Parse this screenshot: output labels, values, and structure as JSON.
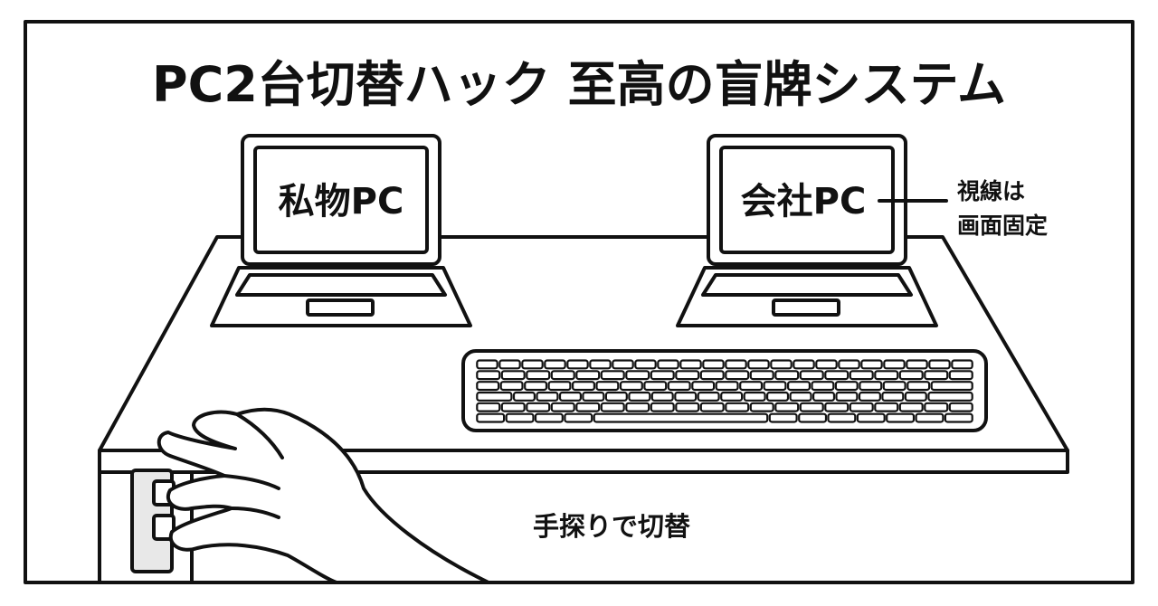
{
  "title": "PC2台切替ハック 至高の盲牌システム",
  "laptops": {
    "left": {
      "label": "私物PC"
    },
    "right": {
      "label": "会社PC"
    }
  },
  "annotation": {
    "line1": "視線は",
    "line2": "画面固定"
  },
  "caption": "手探りで切替",
  "colors": {
    "ink": "#111111",
    "paper": "#ffffff",
    "switch_body": "#e8e8e8"
  }
}
